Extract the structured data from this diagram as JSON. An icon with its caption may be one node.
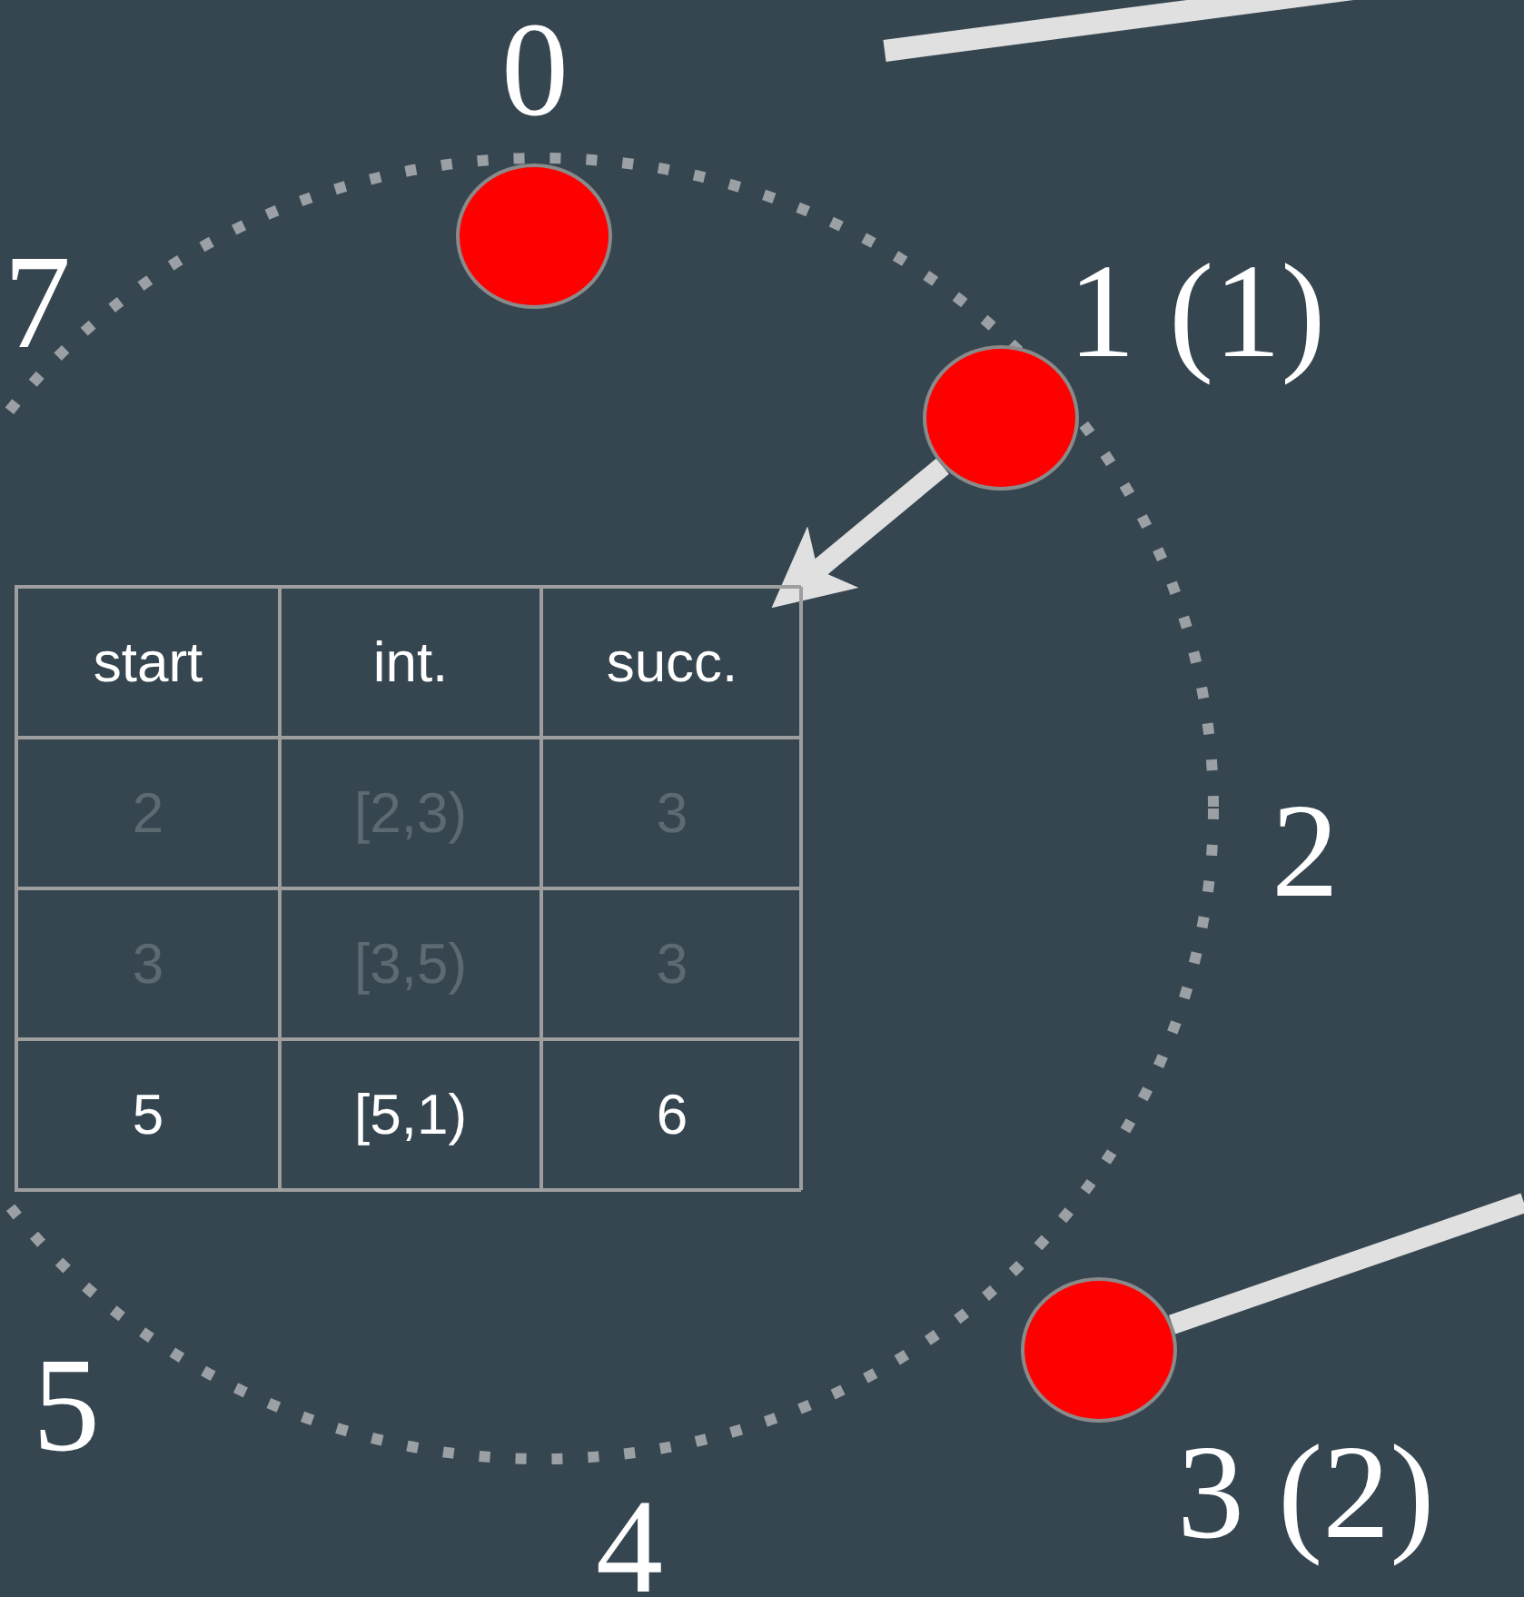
{
  "diagram": {
    "nodes": [
      {
        "text": [],
        "shape": "circle",
        "beside": [
          "0"
        ]
      },
      {
        "text": [],
        "shape": "circle",
        "beside": [
          "1 (1)"
        ]
      },
      {
        "text": [],
        "shape": "circle",
        "beside": [
          "3 (2)"
        ]
      },
      {
        "text": [
          "start",
          "int.",
          "succ.",
          "2",
          "[2,3)",
          "3",
          "3",
          "[3,5)",
          "3",
          "5",
          "[5,1)",
          "6"
        ]
      }
    ],
    "edges": [
      {
        "from": 1,
        "to": 3,
        "arrow": "to"
      },
      {
        "from": 2,
        "to": null,
        "arrow": "none"
      }
    ],
    "labels": [
      "7",
      "2",
      "5",
      "4"
    ]
  }
}
